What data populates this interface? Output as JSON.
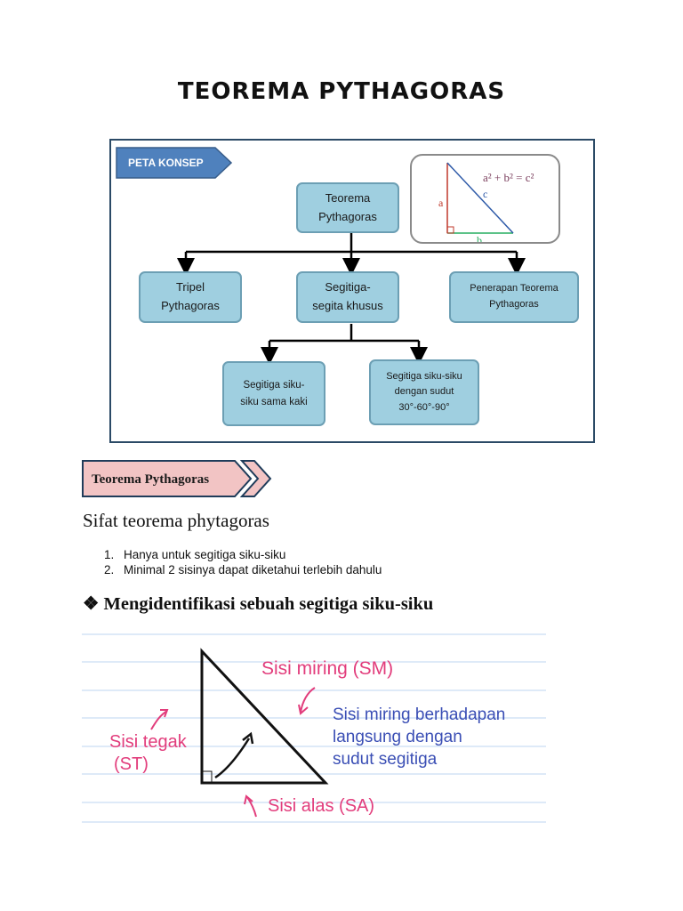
{
  "title": "TEOREMA PYTHAGORAS",
  "concept_map": {
    "banner": "PETA KONSEP",
    "root": [
      "Teorema",
      "Pythagoras"
    ],
    "branch_tripel": [
      "Tripel",
      "Pythagoras"
    ],
    "branch_segitiga": [
      "Segitiga-",
      "segita khusus"
    ],
    "branch_penerapan": [
      "Penerapan Teorema",
      "Pythagoras"
    ],
    "leaf_sama_kaki": [
      "Segitiga siku-",
      "siku sama kaki"
    ],
    "leaf_sudut": [
      "Segitiga siku-siku",
      "dengan sudut",
      "30°-60°-90°"
    ],
    "formula": "a² + b² = c²",
    "side_a": "a",
    "side_b": "b",
    "side_c": "c"
  },
  "section_banner": "Teorema Pythagoras",
  "sifat": {
    "heading": "Sifat teorema phytagoras",
    "items": [
      {
        "num": "1.",
        "text": "Hanya untuk segitiga siku-siku"
      },
      {
        "num": "2.",
        "text": "Minimal 2 sisinya dapat diketahui terlebih dahulu"
      }
    ]
  },
  "identify": {
    "bullet": "❖",
    "heading": "Mengidentifikasi sebuah segitiga siku-siku",
    "sisi_miring": "Sisi miring (SM)",
    "explanation": [
      "Sisi miring berhadapan",
      "langsung dengan",
      "sudut segitiga"
    ],
    "sisi_tegak": [
      "Sisi tegak",
      "(ST)"
    ],
    "sisi_alas": "Sisi alas (SA)"
  },
  "colors": {
    "node_fill": "#9fcfe0",
    "node_border": "#6c9fb4",
    "banner_blue": "#4f81bd",
    "section_pink": "#f2c4c4",
    "annotation_pink": "#e23d7c",
    "annotation_blue": "#3b4fb5",
    "ruled_line": "#bcd4f2"
  }
}
